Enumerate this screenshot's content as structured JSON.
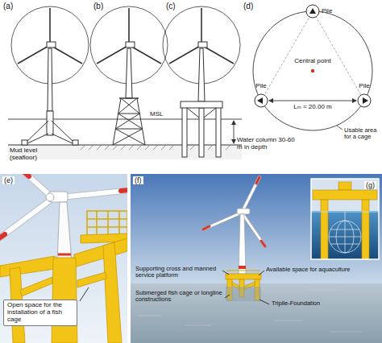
{
  "diagram": {
    "nodes": [
      {
        "text": [
          "Open space for the installation of a fish cage"
        ]
      }
    ],
    "labels": [
      "(a)",
      "(b)",
      "(c)",
      "(d)",
      "MSL",
      "Mud level (seafloor)",
      "Water column 30-60 m in depth",
      "Pile",
      "Pile",
      "Pile",
      "Central point",
      "Lₘ = 20.00 m",
      "Usable area for a cage",
      "(e)",
      "(f)",
      "(g)",
      "Supporting cross and manned service platform",
      "Available space for aquaculture",
      "Submerged fish cage or longline constructions",
      "Tripile-Foundation"
    ]
  }
}
